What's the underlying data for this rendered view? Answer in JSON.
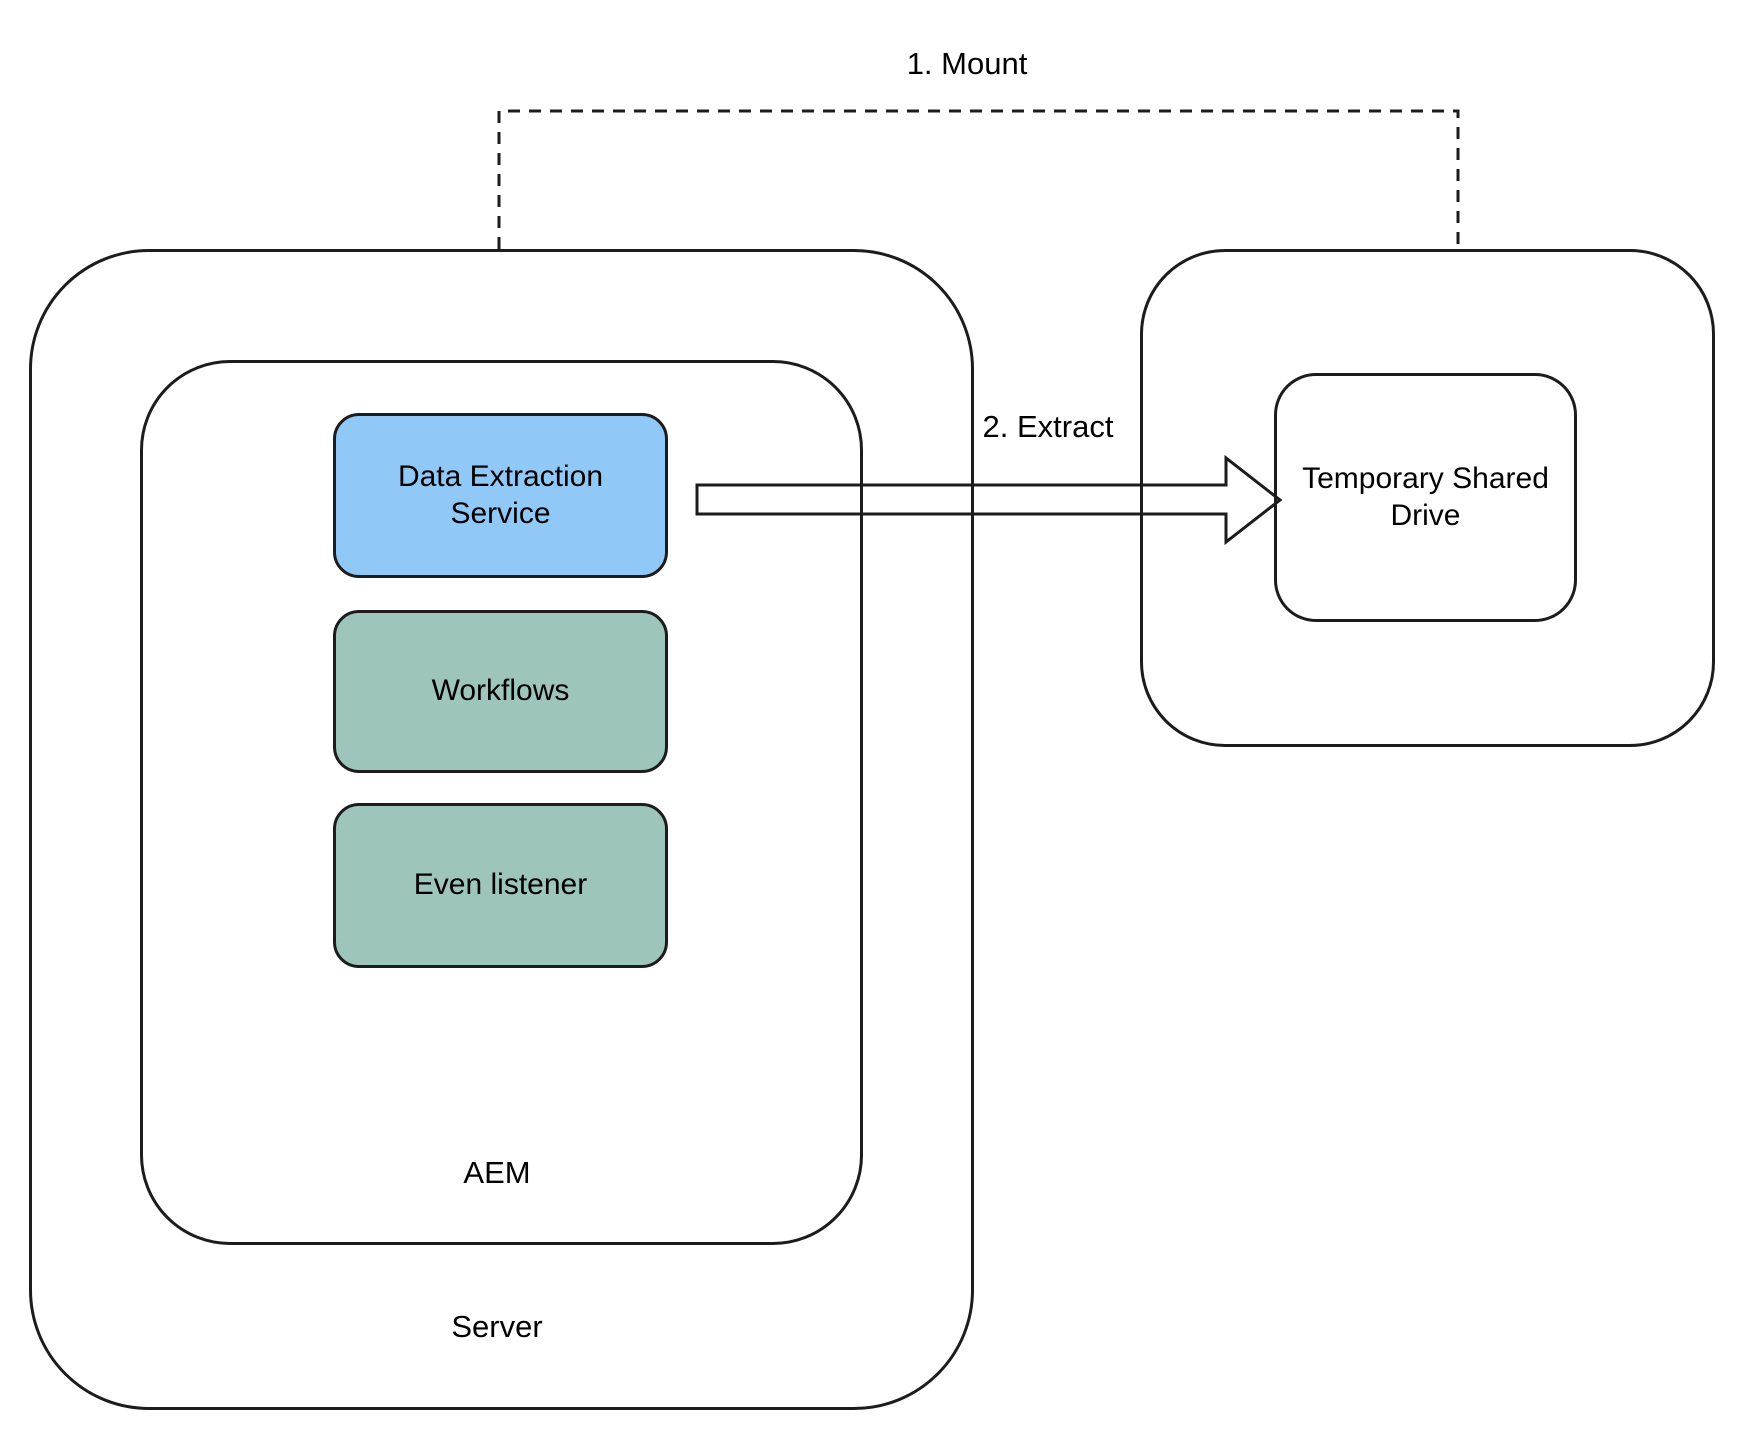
{
  "colors": {
    "background": "#ffffff",
    "line": "#1c1c1c",
    "text": "#000000",
    "node_blue_fill": "#90c8f8",
    "node_green_fill": "#9dc5bb"
  },
  "connectors": {
    "mount": {
      "label": "1. Mount",
      "style": "dashed"
    },
    "extract": {
      "label": "2. Extract",
      "style": "hollow-arrow"
    }
  },
  "containers": {
    "server": {
      "label": "Server"
    },
    "aem": {
      "label": "AEM"
    }
  },
  "nodes": {
    "data_extraction_service": {
      "label": "Data Extraction Service"
    },
    "workflows": {
      "label": "Workflows"
    },
    "even_listener": {
      "label": "Even listener"
    },
    "temporary_shared_drive": {
      "label": "Temporary Shared Drive"
    }
  }
}
